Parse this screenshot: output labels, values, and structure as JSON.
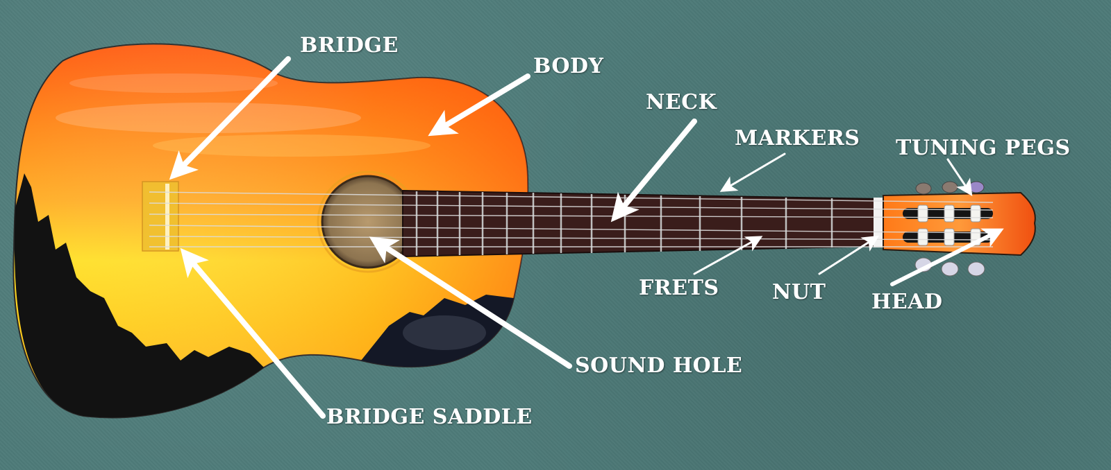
{
  "labels": {
    "bridge": "BRIDGE",
    "body": "BODY",
    "neck": "NECK",
    "markers": "MARKERS",
    "tuning_pegs": "TUNING PEGS",
    "frets": "FRETS",
    "nut": "NUT",
    "head": "HEAD",
    "sound_hole": "SOUND HOLE",
    "bridge_saddle": "BRIDGE SADDLE"
  },
  "colors": {
    "label_text": "#ffffff",
    "arrow": "#ffffff",
    "background": "#4e7b79",
    "body_orange": "#f25a12",
    "body_yellow": "#ffd21f",
    "silhouette": "#111111",
    "fretboard": "#3e1c1c"
  }
}
